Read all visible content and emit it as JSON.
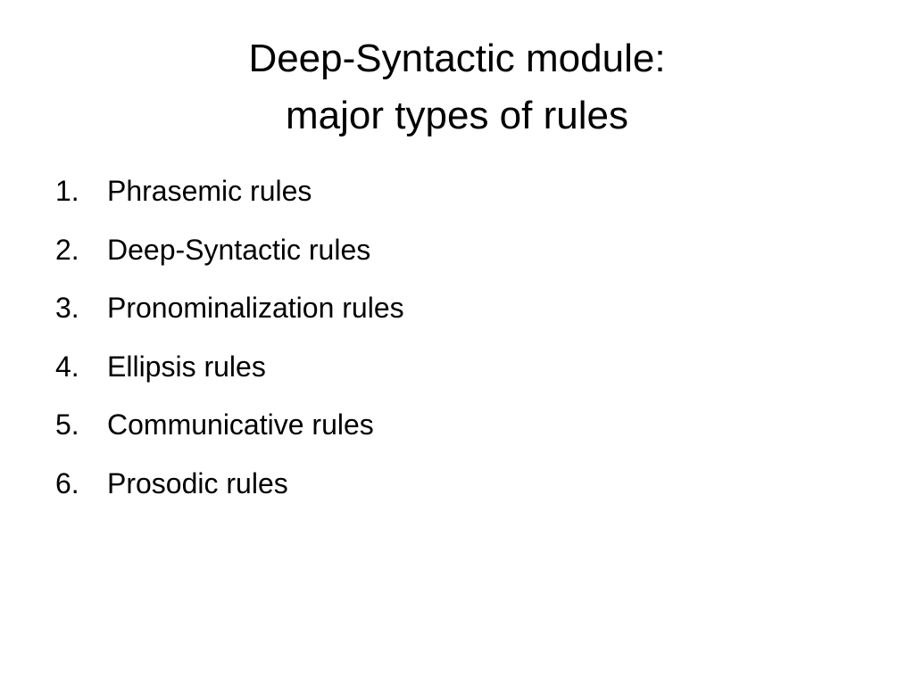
{
  "slide": {
    "title_line1": "Deep-Syntactic module:",
    "title_line2": "major types of rules",
    "items": [
      {
        "number": "1.",
        "label": "Phrasemic rules"
      },
      {
        "number": "2.",
        "label": "Deep-Syntactic rules"
      },
      {
        "number": "3.",
        "label": "Pronominalization rules"
      },
      {
        "number": "4.",
        "label": "Ellipsis rules"
      },
      {
        "number": "5.",
        "label": "Communicative rules"
      },
      {
        "number": "6.",
        "label": "Prosodic rules"
      }
    ]
  }
}
